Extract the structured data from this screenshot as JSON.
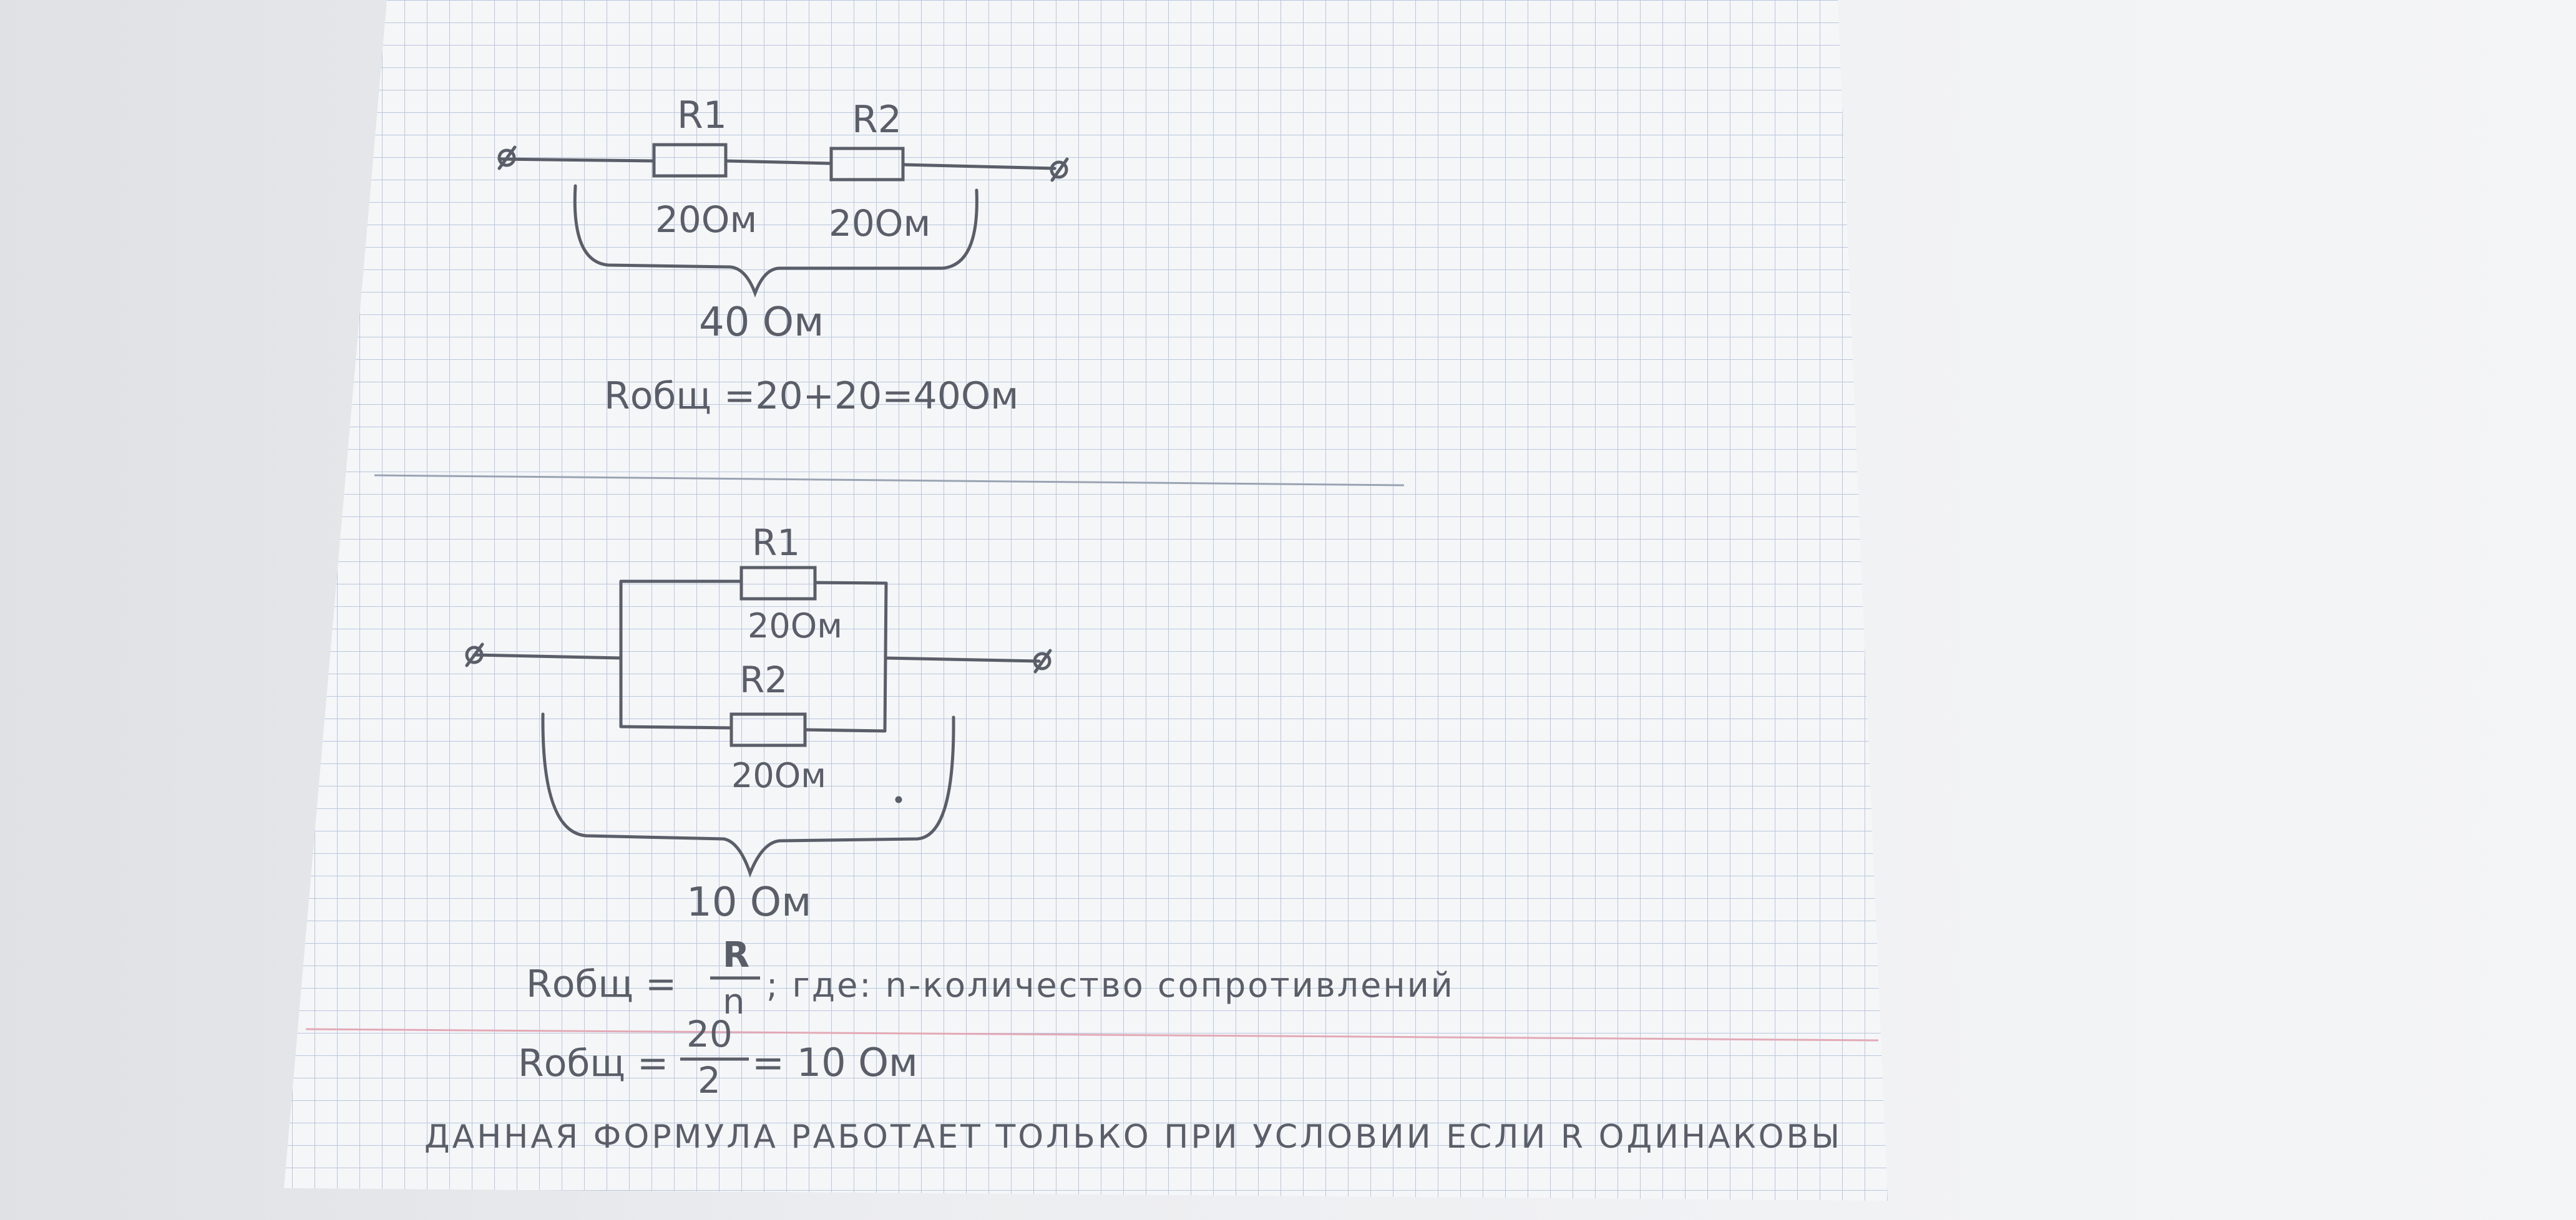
{
  "series_circuit": {
    "r1_label": "R1",
    "r2_label": "R2",
    "r1_value": "20Ом",
    "r2_value": "20Ом",
    "total_value": "40 Ом",
    "formula_lhs": "Rобщ",
    "formula_rhs": "=20+20=40Ом"
  },
  "parallel_circuit": {
    "r1_label": "R1",
    "r1_value": "20Ом",
    "r2_label": "R2",
    "r2_value": "20Ом",
    "total_value": "10 Ом",
    "formula1_lhs": "Rобщ =",
    "formula1_num": "R",
    "formula1_den": "n",
    "formula1_note": "; где: n-количество сопротивлений",
    "formula2_lhs": "Rобщ =",
    "formula2_num": "20",
    "formula2_den": "2",
    "formula2_result": "= 10 Ом",
    "note": "ДАННАЯ ФОРМУЛА РАБОТАЕТ ТОЛЬКО ПРИ УСЛОВИИ ЕСЛИ R ОДИНАКОВЫ"
  },
  "colors": {
    "ink": "#5a5e68",
    "grid": "#b9c7dc",
    "paper": "#f5f6f8",
    "margin_line": "#e3a9b6"
  }
}
